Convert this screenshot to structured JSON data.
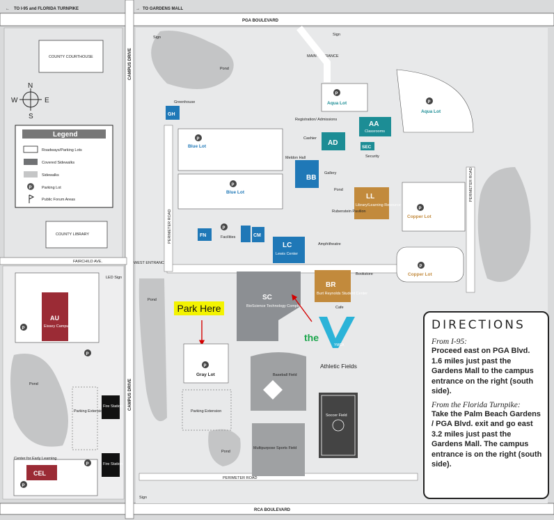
{
  "roads": {
    "top_left_arrow": "TO I-95 and FLORIDA TURNPIKE",
    "top_right_arrow": "TO GARDENS MALL",
    "pga": "PGA BOULEVARD",
    "rca": "RCA BOULEVARD",
    "campus_drive": "CAMPUS DRIVE",
    "perimeter_road": "PERIMETER ROAD",
    "fairchild": "FAIRCHILD AVE.",
    "west_entrance": "WEST ENTRANCE",
    "main_entrance": "MAIN ENTRANCE"
  },
  "landmarks": {
    "courthouse": "COUNTY COURTHOUSE",
    "library": "COUNTY LIBRARY",
    "pond": "Pond",
    "sign": "Sign",
    "greenhouse": "Greenhouse",
    "facilities": "Facilities",
    "gallery": "Gallery",
    "pond_small": "Pond",
    "rubenstein": "Rubenstein Pavilion",
    "amphitheatre": "Amphitheatre",
    "bookstore": "Bookstore",
    "cafe": "Cafe",
    "security": "Security",
    "registration": "Registration/ Admissions",
    "cashier": "Cashier",
    "meldon": "Meldon Hall",
    "led_sign": "LED Sign",
    "parking_extension": "Parking Extension",
    "parking_extension_left": "Parking Extension",
    "fire_station": "Fire Station",
    "fire_station2": "Fire Station",
    "cel_label": "Center for Early Learning",
    "athletic_fields": "Athletic Fields",
    "baseball": "Baseball Field",
    "soccer": "Soccer Field",
    "sports_field": "Multipurpose Sports Field"
  },
  "compass": {
    "n": "N",
    "s": "S",
    "e": "E",
    "w": "W"
  },
  "legend": {
    "title": "Legend",
    "items": [
      "Roadways/Parking Lots",
      "Covered Sidewalks",
      "Sidewalks",
      "Parking Lot",
      "Public Forum Areas"
    ]
  },
  "buildings": {
    "GH": {
      "code": "GH"
    },
    "AD": {
      "code": "AD"
    },
    "AA": {
      "code": "AA",
      "name": "Classrooms"
    },
    "SEC": {
      "code": "SEC"
    },
    "BB": {
      "code": "BB"
    },
    "LL": {
      "code": "LL",
      "name": "Library/Learning Resource Center"
    },
    "FN": {
      "code": "FN"
    },
    "CM": {
      "code": "CM"
    },
    "LC": {
      "code": "LC",
      "name": "Lewis Center"
    },
    "SC": {
      "code": "SC",
      "name": "BioScience Technology Complex"
    },
    "BR": {
      "code": "BR",
      "name": "Burt Reynolds Student Center"
    },
    "AU": {
      "code": "AU",
      "name": "Eissey Campus Theatre"
    },
    "CEL": {
      "code": "CEL"
    }
  },
  "lots": {
    "aqua1": "Aqua Lot",
    "aqua2": "Aqua Lot",
    "blue1": "Blue Lot",
    "blue2": "Blue Lot",
    "copper1": "Copper Lot",
    "copper2": "Copper Lot",
    "gray": "Gray Lot",
    "p": "P"
  },
  "ymca": {
    "the": "the",
    "y": "YMCA"
  },
  "park_here": "Park Here",
  "directions": {
    "title": "DIRECTIONS",
    "from_i95_heading": "From I-95:",
    "from_i95_text": "Proceed east on PGA Blvd. 1.6 miles just past the Gardens Mall to the campus entrance on the right (south side).",
    "from_turnpike_heading": "From the Florida Turnpike:",
    "from_turnpike_text": "Take the Palm Beach Gardens / PGA Blvd. exit and go east 3.2 miles just past the Gardens Mall. The campus entrance is on the right (south side)."
  },
  "colors": {
    "teal": "#1c8d95",
    "blue": "#1f78b7",
    "copper": "#c28a3c",
    "gray": "#8c8f93",
    "maroon": "#9b2b35",
    "ymca_green": "#1aa54b",
    "ymca_blue": "#2bb3d8"
  }
}
